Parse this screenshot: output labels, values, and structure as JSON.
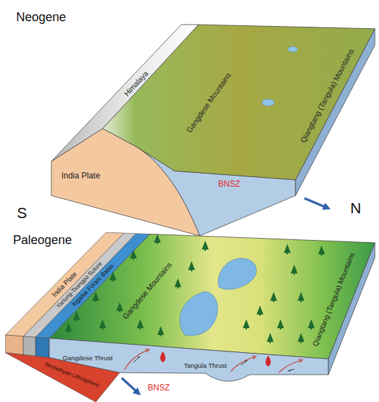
{
  "diagram": {
    "labels": [
      "Neogene",
      "Himalaya",
      "Gangdese Mountains",
      "Qiangtang (Tangula) Mountains",
      "India Plate",
      "BNSZ",
      "S",
      "N",
      "Paleogene",
      "India Plate",
      "Yarlung-Tsangpo Suture",
      "Xigatse Forarc Basin",
      "Gangdese Mountains",
      "Qiangtang (Tangula) Mountains",
      "Gangdese Thrust",
      "Tangula Thrust",
      "Neotethyan Lithosphere",
      "BNSZ"
    ]
  }
}
